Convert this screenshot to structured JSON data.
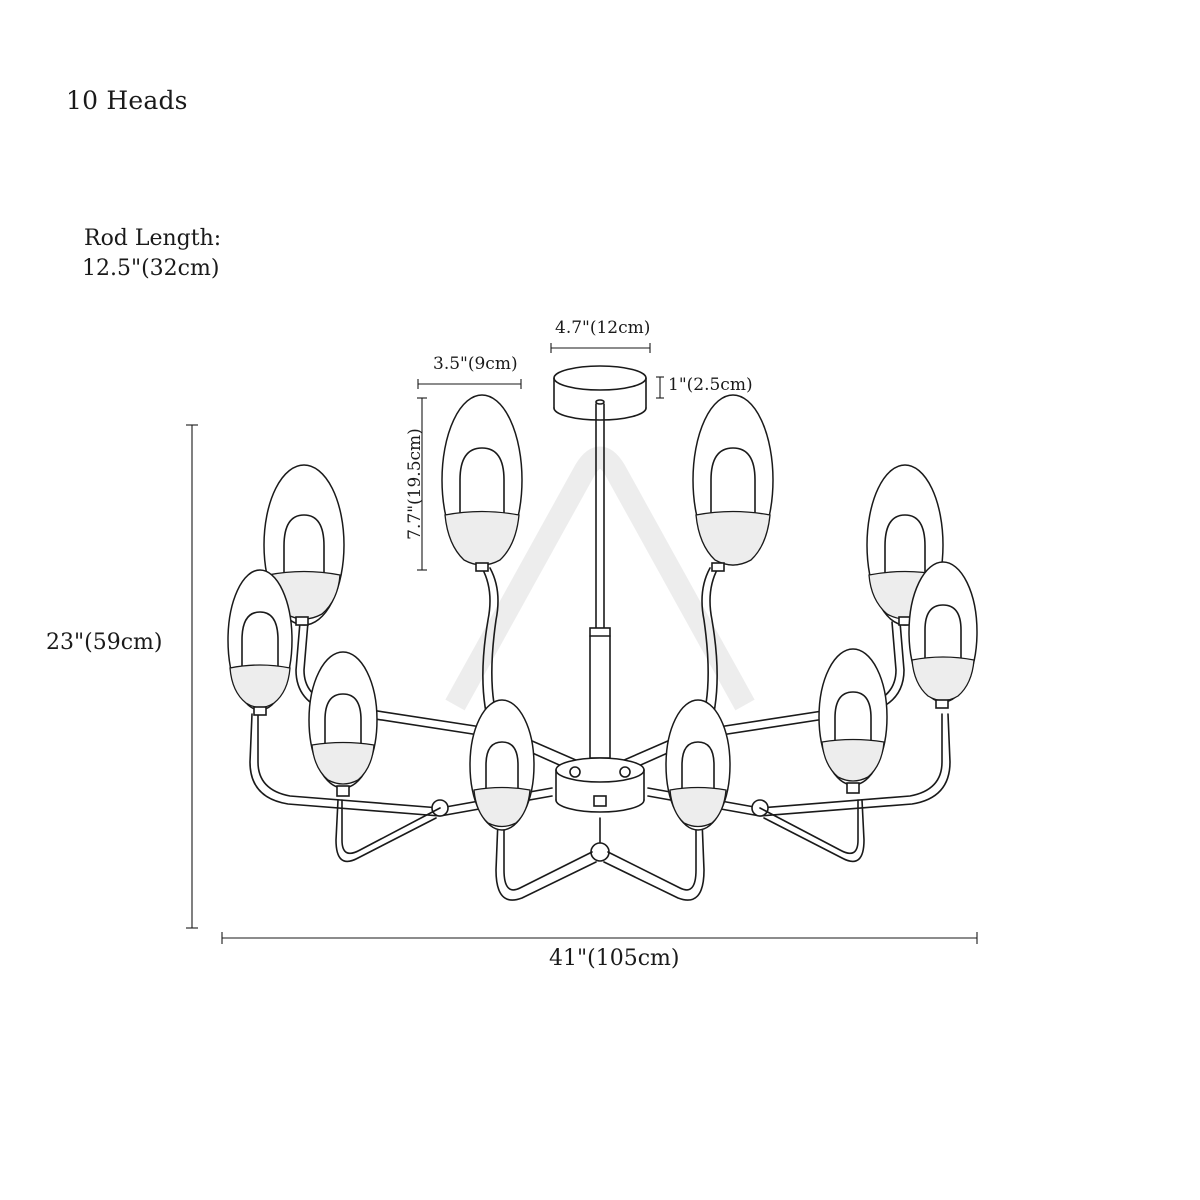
{
  "title": "10 Heads",
  "rod_length": {
    "label": "Rod Length:",
    "value": "12.5\"(32cm)"
  },
  "dimensions": {
    "height": "23\"(59cm)",
    "width": "41\"(105cm)",
    "canopy_diameter": "4.7\"(12cm)",
    "canopy_height": "1\"(2.5cm)",
    "shade_width": "3.5\"(9cm)",
    "shade_height": "7.7\"(19.5cm)"
  },
  "colors": {
    "line": "#1a1a1a",
    "cup_fill": "#ededed",
    "background": "#ffffff"
  }
}
